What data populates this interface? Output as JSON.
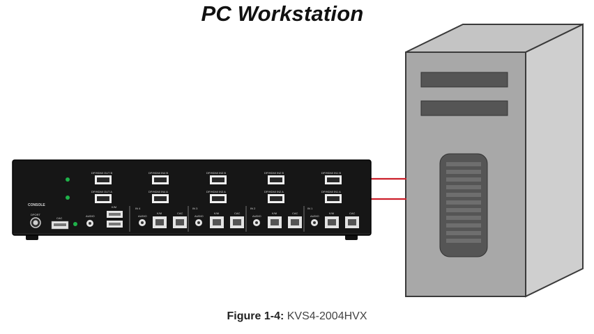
{
  "title": "PC Workstation",
  "caption": {
    "label": "Figure 1-4:",
    "value": "KVS4-2004HVX"
  },
  "device": {
    "console_label": "CONSOLE",
    "dport_label": "DPORT",
    "cac_label": "CAC",
    "audio_label": "AUDIO",
    "km_label": "K/M",
    "port_labels": {
      "out_b": "DP/HDMI OUT B",
      "out_a": "DP/HDMI OUT A",
      "in4_b": "DP/HDMI IN4 B",
      "in4_a": "DP/HDMI IN4 A",
      "in3_b": "DP/HDMI IN3 B",
      "in3_a": "DP/HDMI IN3 A",
      "in2_b": "DP/HDMI IN2 B",
      "in2_a": "DP/HDMI IN2 A",
      "in1_b": "DP/HDMI IN1 B",
      "in1_a": "DP/HDMI IN1 A"
    },
    "group_labels": {
      "in4": "IN 4",
      "in3": "IN 3",
      "in2": "IN 2",
      "in1": "IN 1"
    }
  },
  "colors": {
    "chassis": "#161616",
    "tower_front": "#a8a8a8",
    "tower_top": "#c4c4c4",
    "tower_side": "#d0d0d0",
    "cable": "#cc1f2a",
    "led": "#1fb34a"
  }
}
